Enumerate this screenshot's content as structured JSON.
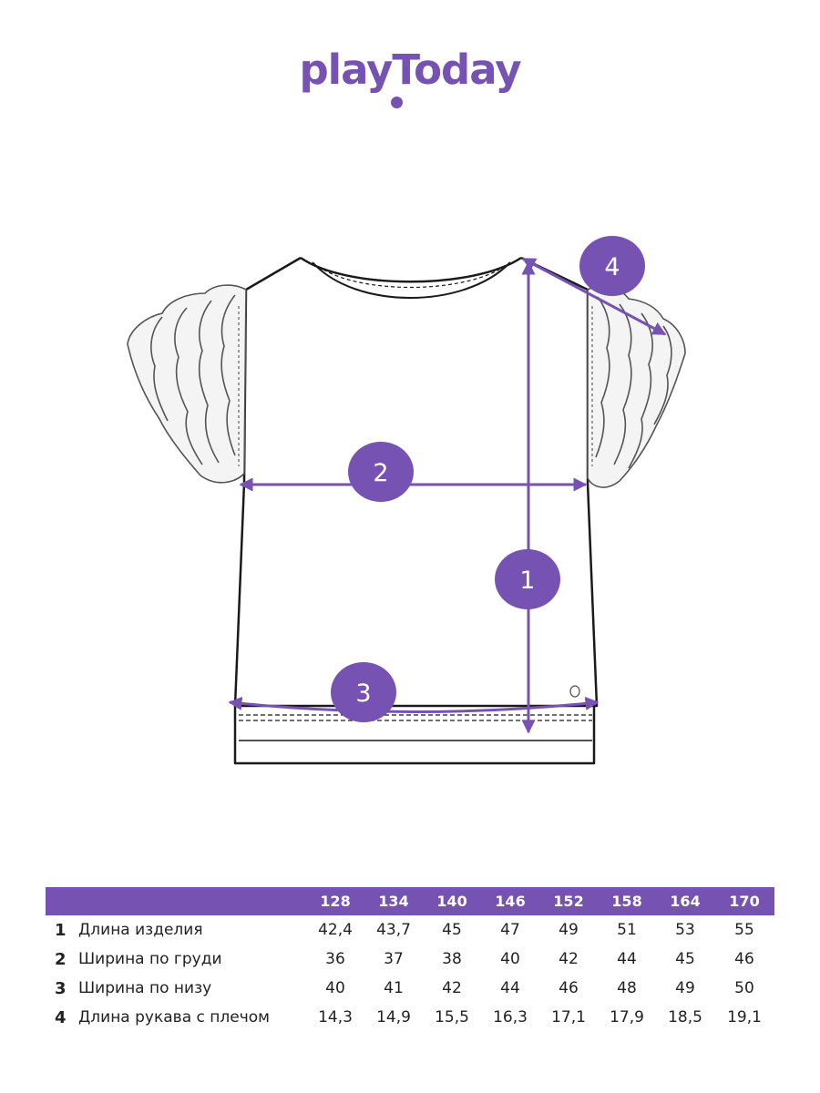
{
  "brand": {
    "name": "playToday",
    "color": "#7652b3"
  },
  "markers": [
    {
      "label": "1"
    },
    {
      "label": "2"
    },
    {
      "label": "3"
    },
    {
      "label": "4"
    }
  ],
  "size_table": {
    "sizes": [
      "128",
      "134",
      "140",
      "146",
      "152",
      "158",
      "164",
      "170"
    ],
    "rows": [
      {
        "num": "1",
        "name": "Длина изделия",
        "values": [
          "42,4",
          "43,7",
          "45",
          "47",
          "49",
          "51",
          "53",
          "55"
        ]
      },
      {
        "num": "2",
        "name": "Ширина по груди",
        "values": [
          "36",
          "37",
          "38",
          "40",
          "42",
          "44",
          "45",
          "46"
        ]
      },
      {
        "num": "3",
        "name": "Ширина по низу",
        "values": [
          "40",
          "41",
          "42",
          "44",
          "46",
          "48",
          "49",
          "50"
        ]
      },
      {
        "num": "4",
        "name": "Длина рукава с плечом",
        "values": [
          "14,3",
          "14,9",
          "15,5",
          "16,3",
          "17,1",
          "17,9",
          "18,5",
          "19,1"
        ]
      }
    ]
  }
}
